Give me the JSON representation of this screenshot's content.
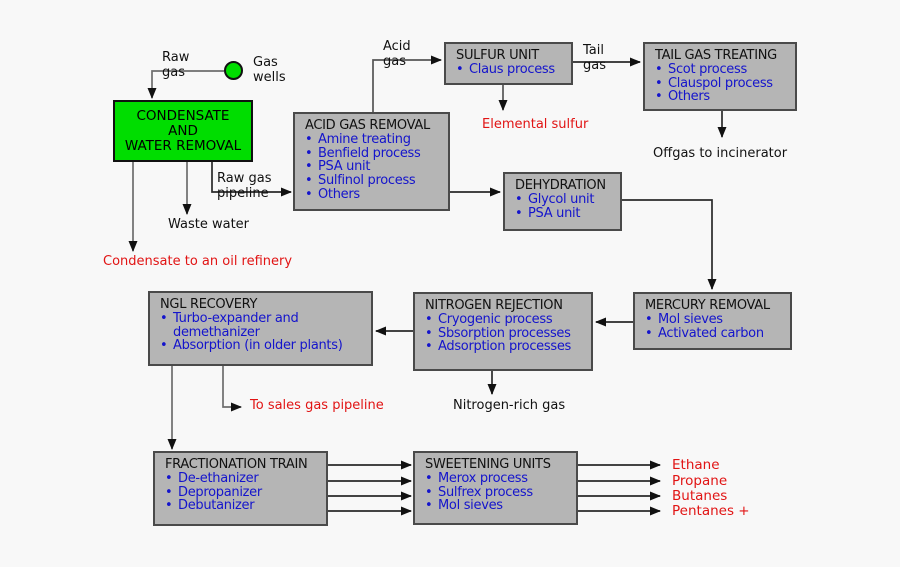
{
  "labels": {
    "raw_gas": "Raw\ngas",
    "gas_wells": "Gas\nwells",
    "acid_gas": "Acid\ngas",
    "tail_gas": "Tail\ngas",
    "raw_gas_pipeline": "Raw gas\npipeline",
    "waste_water": "Waste water",
    "condensate_refinery": "Condensate to an oil refinery",
    "elemental_sulfur": "Elemental sulfur",
    "offgas_incinerator": "Offgas to incinerator",
    "nitrogen_rich_gas": "Nitrogen-rich gas",
    "to_sales_gas_pipeline": "To sales gas pipeline"
  },
  "outputs": {
    "ethane": "Ethane",
    "propane": "Propane",
    "butanes": "Butanes",
    "pentanes": "Pentanes +"
  },
  "boxes": {
    "condensate": {
      "title": "CONDENSATE\nAND\nWATER REMOVAL"
    },
    "sulfur_unit": {
      "title": "SULFUR UNIT",
      "items": [
        "Claus process"
      ]
    },
    "tail_gas_treating": {
      "title": "TAIL GAS TREATING",
      "items": [
        "Scot process",
        "Clauspol process",
        "Others"
      ]
    },
    "acid_gas_removal": {
      "title": "ACID GAS REMOVAL",
      "items": [
        "Amine treating",
        "Benfield process",
        "PSA unit",
        "Sulfinol process",
        "Others"
      ]
    },
    "dehydration": {
      "title": "DEHYDRATION",
      "items": [
        "Glycol unit",
        "PSA unit"
      ]
    },
    "mercury_removal": {
      "title": "MERCURY REMOVAL",
      "items": [
        "Mol sieves",
        "Activated carbon"
      ]
    },
    "nitrogen_rejection": {
      "title": "NITROGEN REJECTION",
      "items": [
        "Cryogenic process",
        "Sbsorption processes",
        "Adsorption processes"
      ]
    },
    "ngl_recovery": {
      "title": "NGL RECOVERY",
      "items": [
        "Turbo-expander and demethanizer",
        "Absorption (in older plants)"
      ]
    },
    "fractionation_train": {
      "title": "FRACTIONATION TRAIN",
      "items": [
        "De-ethanizer",
        "Depropanizer",
        "Debutanizer"
      ]
    },
    "sweetening_units": {
      "title": "SWEETENING UNITS",
      "items": [
        "Merox process",
        "Sulfrex process",
        "Mol sieves"
      ]
    }
  },
  "colors": {
    "box_fill": "#b5b5b5",
    "box_border": "#4a4a4a",
    "green": "#00dd00",
    "bullet_blue": "#1414cc",
    "accent_red": "#e11414",
    "background": "#f8f8f8"
  }
}
